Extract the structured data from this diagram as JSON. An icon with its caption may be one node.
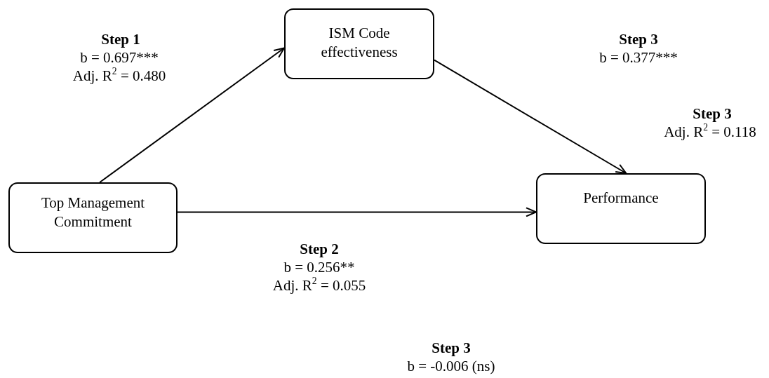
{
  "diagram": {
    "nodes": [
      {
        "text": [
          "ISM Code effectiveness"
        ]
      },
      {
        "text": [
          "Top Management Commitment"
        ]
      },
      {
        "text": [
          "Performance"
        ]
      }
    ],
    "edges": [
      {
        "from": 1,
        "to": 0,
        "arrow": "to"
      },
      {
        "from": 0,
        "to": 2,
        "arrow": "to"
      },
      {
        "from": 1,
        "to": 2,
        "arrow": "to"
      }
    ],
    "labels": [
      "Step 1",
      "b = 0.697***",
      "Adj. R$^{2}$ = 0.480",
      "Step 3",
      "b = 0.377***",
      "Step 3",
      "Adj. R$^{2}$ = 0.118",
      "Step 2",
      "b = 0.256**",
      "Adj. R$^{2}$ = 0.055",
      "Step 3",
      "b = -0.006 (ns)"
    ]
  }
}
